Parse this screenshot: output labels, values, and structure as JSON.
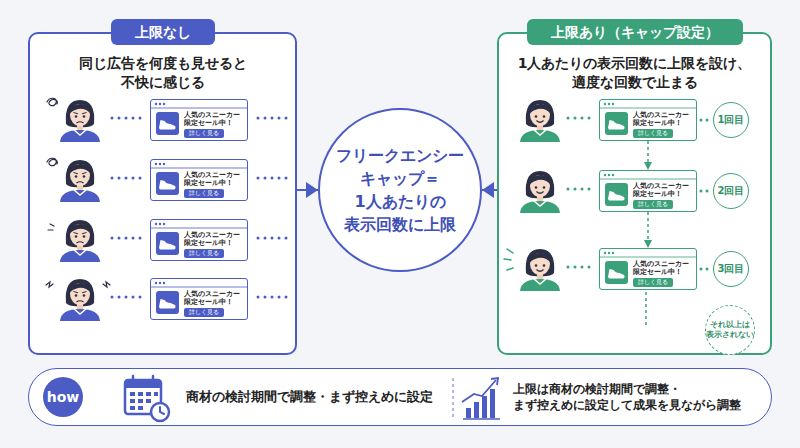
{
  "diagram": {
    "nodes": [
      {
        "text": [
          "上限なし",
          "同じ広告を何度も見せると 不快に感じる"
        ]
      },
      {
        "text": [
          "人気のスニーカー 限定セール中！",
          "詳しく見る"
        ],
        "in": 0
      },
      {
        "text": [
          "人気のスニーカー 限定セール中！",
          "詳しく見る"
        ],
        "in": 0
      },
      {
        "text": [
          "人気のスニーカー 限定セール中！",
          "詳しく見る"
        ],
        "in": 0
      },
      {
        "text": [
          "人気のスニーカー 限定セール中！",
          "詳しく見る"
        ],
        "in": 0
      },
      {
        "text": [
          "フリークエンシー キャップ＝ 1人あたりの 表示回数に上限"
        ]
      },
      {
        "text": [
          "上限あり（キャップ設定）",
          "1人あたりの表示回数に上限を設け、 適度な回数で止まる"
        ]
      },
      {
        "text": [
          "人気のスニーカー 限定セール中！",
          "詳しく見る"
        ],
        "in": 6
      },
      {
        "text": [
          "人気のスニーカー 限定セール中！",
          "詳しく見る"
        ],
        "in": 6
      },
      {
        "text": [
          "人気のスニーカー 限定セール中！",
          "詳しく見る"
        ],
        "in": 6
      },
      {
        "text": [
          "1回目"
        ],
        "in": 6
      },
      {
        "text": [
          "2回目"
        ],
        "in": 6
      },
      {
        "text": [
          "3回目"
        ],
        "in": 6
      },
      {
        "text": [
          "それ以上は 表示されない"
        ],
        "in": 6
      },
      {
        "text": [
          "商材の検討期間で調整・まず控えめに設定",
          "上限は商材の検討期間で調整・ まず控えめに設定して成果を見ながら調整"
        ]
      },
      {
        "text": [
          "how"
        ],
        "in": 14
      }
    ],
    "edges": [
      {
        "from": 0,
        "to": 5,
        "arrow": "to"
      },
      {
        "from": 6,
        "to": 5,
        "arrow": "to"
      },
      {
        "from": 7,
        "to": 8,
        "arrow": "to"
      },
      {
        "from": 8,
        "to": 9,
        "arrow": "to"
      },
      {
        "from": 7,
        "to": 10,
        "arrow": "none"
      },
      {
        "from": 8,
        "to": 11,
        "arrow": "none"
      },
      {
        "from": 9,
        "to": 12,
        "arrow": "none"
      }
    ]
  }
}
